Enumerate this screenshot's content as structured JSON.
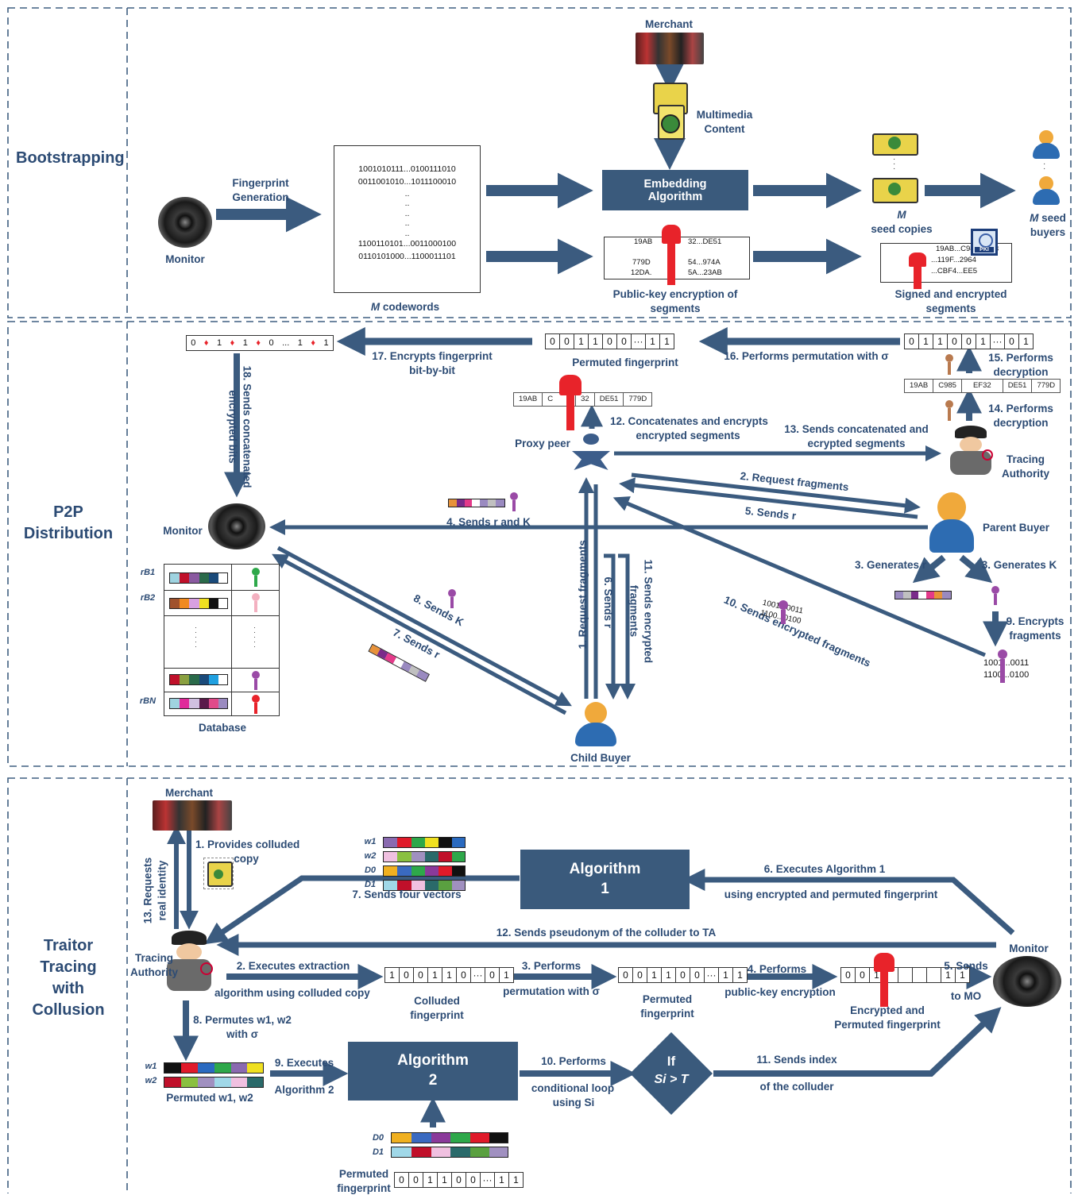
{
  "sections": {
    "bootstrapping": "Bootstrapping",
    "p2p_line1": "P2P",
    "p2p_line2": "Distribution",
    "traitor_1": "Traitor",
    "traitor_2": "Tracing",
    "traitor_3": "with",
    "traitor_4": "Collusion"
  },
  "boot": {
    "merchant": "Merchant",
    "multimedia_1": "Multimedia",
    "multimedia_2": "Content",
    "monitor": "Monitor",
    "fp_gen_1": "Fingerprint",
    "fp_gen_2": "Generation",
    "codewords": [
      "1001010111...0100111010",
      "0011001010...1011100010",
      "..",
      "..",
      "..",
      "..",
      "..",
      "1100110101...0011000100",
      "0110101000...1100011101"
    ],
    "m_codewords": "codewords",
    "m_letter": "M",
    "embed_1": "Embedding",
    "embed_2": "Algorithm",
    "pke_1": "Public-key encryption of",
    "pke_2": "segments",
    "pke_segs": [
      "19AB",
      "32...DE51",
      "779D",
      "54...974A",
      "12DA.",
      "5A...23AB"
    ],
    "seed_copies": "seed copies",
    "seed_buyers_1": "seed",
    "seed_buyers_2": "buyers",
    "signed_1": "Signed and encrypted",
    "signed_2": "segments",
    "signed_segs": [
      "19AB...C985...EF3",
      "...119F...2964",
      "...CBF4...EE5"
    ],
    "pki": "PKI"
  },
  "p2p": {
    "enc_bits": [
      "0",
      "1",
      "1",
      "0",
      "...",
      "1",
      "1"
    ],
    "step17_1": "17. Encrypts fingerprint",
    "step17_2": "bit-by-bit",
    "permuted_fp_bits": [
      "0",
      "0",
      "1",
      "1",
      "0",
      "0",
      "···",
      "1",
      "1"
    ],
    "permuted_fp": "Permuted fingerprint",
    "step16": "16. Performs permutation with σ",
    "dec_bits": [
      "0",
      "1",
      "1",
      "0",
      "0",
      "1",
      "···",
      "0",
      "1"
    ],
    "step15_1": "15. Performs",
    "step15_2": "decryption",
    "dec_segs": [
      "19AB",
      "C985",
      "EF32",
      "DE51",
      "779D"
    ],
    "step14_1": "14. Performs",
    "step14_2": "decryption",
    "proxy_segs": [
      "19AB",
      "C",
      "32",
      "DE51",
      "779D"
    ],
    "step12_1": "12. Concatenates and encrypts",
    "step12_2": "encrypted segments",
    "proxy_peer": "Proxy peer",
    "step13_1": "13. Sends concatenated and",
    "step13_2": "ecrypted segments",
    "tracing_1": "Tracing",
    "tracing_2": "Authority",
    "step18_1": "18. Sends concatenated",
    "step18_2": "encrypted bits",
    "monitor": "Monitor",
    "step2": "2. Request fragments",
    "step5": "5. Sends r",
    "step4": "4. Sends r and K",
    "parent_buyer": "Parent Buyer",
    "step3a": "3. Generates r",
    "step3b": "3. Generates K",
    "step10": "10. Sends encrypted fragments",
    "frag_a": [
      "1001...0011",
      "1100...0100"
    ],
    "step9_1": "9. Encrypts",
    "step9_2": "fragments",
    "frag_b": [
      "1001...0011",
      "1100...0100"
    ],
    "step1": "1. Request fragments",
    "step6": "6. Sends r",
    "step11_1": "11. Sends encrypted",
    "step11_2": "fragments",
    "step8": "8. Sends K",
    "step7": "7. Sends r",
    "db_rows": [
      "rB1",
      "rB2",
      "rBN"
    ],
    "database": "Database",
    "child_buyer": "Child Buyer"
  },
  "tt": {
    "merchant": "Merchant",
    "step1_1": "1. Provides colluded",
    "step1_2": "copy",
    "step13_1": "13. Requests",
    "step13_2": "real identity",
    "w_labels": [
      "w1",
      "w2",
      "D0",
      "D1"
    ],
    "algo1_1": "Algorithm",
    "algo1_2": "1",
    "step6_1": "6. Executes Algorithm 1",
    "step6_2": "using encrypted and permuted fingerprint",
    "step7": "7. Sends four vectors",
    "step12": "12. Sends pseudonym of the colluder to TA",
    "monitor": "Monitor",
    "tracing_1": "Tracing",
    "tracing_2": "Authority",
    "step2_1": "2. Executes extraction",
    "step2_2": "algorithm using colluded copy",
    "colluded_bits": [
      "1",
      "0",
      "0",
      "1",
      "1",
      "0",
      "···",
      "0",
      "1"
    ],
    "colluded_1": "Colluded",
    "colluded_2": "fingerprint",
    "step3_1": "3. Performs",
    "step3_2": "permutation with σ",
    "perm_bits": [
      "0",
      "0",
      "1",
      "1",
      "0",
      "0",
      "···",
      "1",
      "1"
    ],
    "perm_1": "Permuted",
    "perm_2": "fingerprint",
    "step4_1": "4. Performs",
    "step4_2": "public-key encryption",
    "enc_bits": [
      "0",
      "0",
      "1",
      "",
      "",
      "",
      "",
      "1",
      "1"
    ],
    "encperm_1": "Encrypted and",
    "encperm_2": "Permuted fingerprint",
    "step5_1": "5. Sends",
    "step5_2": "to MO",
    "step8_1": "8. Permutes w1, w2",
    "step8_2": "with σ",
    "pw_labels": [
      "w1",
      "w2"
    ],
    "permuted_w": "Permuted w1, w2",
    "step9_1": "9. Executes",
    "step9_2": "Algorithm 2",
    "algo2_1": "Algorithm",
    "algo2_2": "2",
    "step10_1": "10. Performs",
    "step10_2": "conditional loop",
    "step10_3": "using Si",
    "if_1": "If",
    "if_2": "Si > T",
    "step11_1": "11. Sends index",
    "step11_2": "of the colluder",
    "d_labels": [
      "D0",
      "D1"
    ],
    "pf_1": "Permuted",
    "pf_2": "fingerprint",
    "pf_bits": [
      "0",
      "0",
      "1",
      "1",
      "0",
      "0",
      "···",
      "1",
      "1"
    ]
  },
  "colors": {
    "arrow": "#3b5b7f",
    "dark_box": "#3a5a7c",
    "key_red": "#e8232a",
    "key_brown": "#b97a4f",
    "key_purple": "#9a4aa6",
    "key_green": "#2ea84a",
    "key_pink": "#f3b0c0"
  }
}
